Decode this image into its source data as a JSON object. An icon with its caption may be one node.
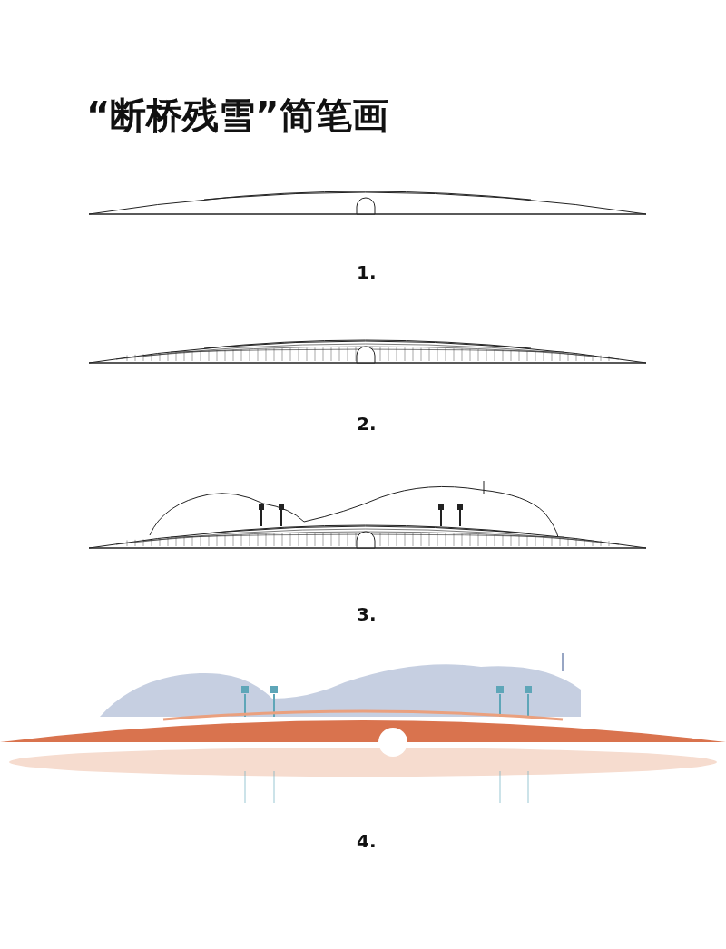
{
  "diagram": {
    "title": "“断桥残雪”简笔画",
    "labels": [
      "1.",
      "2.",
      "3.",
      "4."
    ]
  }
}
